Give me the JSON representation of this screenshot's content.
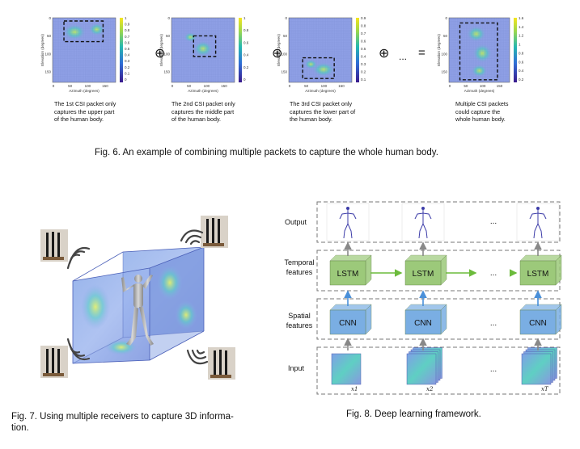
{
  "fig6": {
    "panels": [
      {
        "x_label": "Azimuth (degrees)",
        "y_label": "Elevation (degrees)",
        "x_ticks": [
          "0",
          "50",
          "100",
          "150"
        ],
        "y_ticks": [
          "0",
          "50",
          "100",
          "150"
        ],
        "cbar_ticks": [
          "1",
          "0.9",
          "0.8",
          "0.7",
          "0.6",
          "0.5",
          "0.4",
          "0.3",
          "0.2",
          "0.1",
          "0"
        ],
        "caption": [
          "The 1st CSI packet only",
          "captures the upper part",
          "of the human body."
        ]
      },
      {
        "x_label": "Azimuth (degrees)",
        "y_label": "Elevation (degrees)",
        "x_ticks": [
          "0",
          "50",
          "100",
          "150"
        ],
        "y_ticks": [
          "0",
          "50",
          "100",
          "150"
        ],
        "cbar_ticks": [
          "1",
          "0.8",
          "0.6",
          "0.4",
          "0.2",
          "0"
        ],
        "caption": [
          "The 2nd CSI packet only",
          "captures the middle part",
          "of the human body."
        ]
      },
      {
        "x_label": "Azimuth (degrees)",
        "y_label": "Elevation (degrees)",
        "x_ticks": [
          "0",
          "50",
          "100",
          "150"
        ],
        "y_ticks": [
          "0",
          "50",
          "100",
          "150"
        ],
        "cbar_ticks": [
          "0.9",
          "0.8",
          "0.7",
          "0.6",
          "0.5",
          "0.4",
          "0.3",
          "0.2",
          "0.1"
        ],
        "caption": [
          "The 3rd CSI packet only",
          "captures the lower part of",
          "the human body."
        ]
      },
      {
        "x_label": "Azimuth (degrees)",
        "y_label": "Elevation (degrees)",
        "x_ticks": [
          "0",
          "50",
          "100",
          "150"
        ],
        "y_ticks": [
          "0",
          "50",
          "100",
          "150"
        ],
        "cbar_ticks": [
          "1.6",
          "1.4",
          "1.2",
          "1",
          "0.8",
          "0.6",
          "0.4",
          "0.2"
        ],
        "caption": [
          "Multiple CSI packets",
          "could capture the",
          "whole human body."
        ]
      }
    ],
    "operators": [
      "⊕",
      "⊕",
      "⊕",
      "...",
      "="
    ],
    "caption": "Fig. 6.  An example of combining multiple packets to capture the whole human body."
  },
  "fig7": {
    "caption_line1": "Fig. 7.  Using multiple receivers to capture 3D informa-",
    "caption_line2": "tion."
  },
  "fig8": {
    "rows": [
      "Output",
      "Temporal features",
      "Spatial features",
      "Input"
    ],
    "temporal_block": "LSTM",
    "spatial_block": "CNN",
    "ellipsis": "...",
    "input_labels": [
      "x1",
      "x2",
      "xT"
    ],
    "caption": "Fig. 8.  Deep learning framework."
  },
  "colors": {
    "heat_bg": "#8fa0e6",
    "lstm": "#9cc97a",
    "cnn": "#7aaee3",
    "arrow_green": "#6cbb3c",
    "arrow_blue": "#4a90d9",
    "arrow_gray": "#888888"
  }
}
